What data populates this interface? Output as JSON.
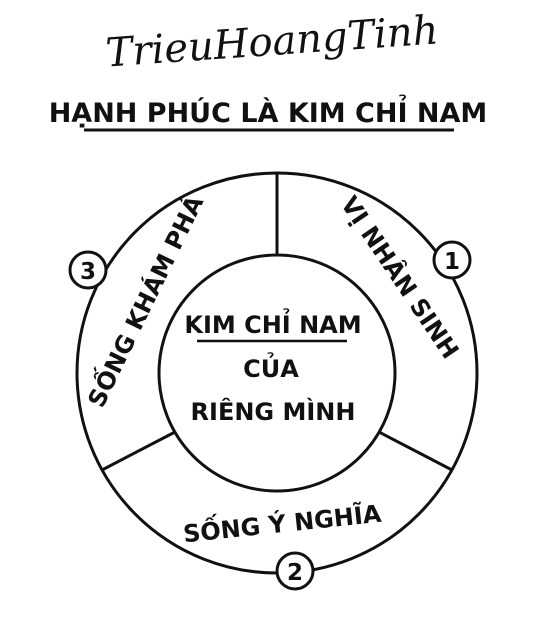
{
  "signature": "TrieuHoangTinh",
  "title": "HẠNH PHÚC LÀ KIM CHỈ NAM",
  "center": {
    "line1": "KIM CHỈ NAM",
    "line2": "CỦA",
    "line3": "RIÊNG MÌNH"
  },
  "segments": [
    {
      "number": "1",
      "label": "VỊ NHÂN SINH"
    },
    {
      "number": "2",
      "label": "SỐNG Ý NGHĨA"
    },
    {
      "number": "3",
      "label": "SỐNG KHÁM PHÁ"
    }
  ],
  "colors": {
    "ink": "#111111",
    "background": "#ffffff"
  }
}
